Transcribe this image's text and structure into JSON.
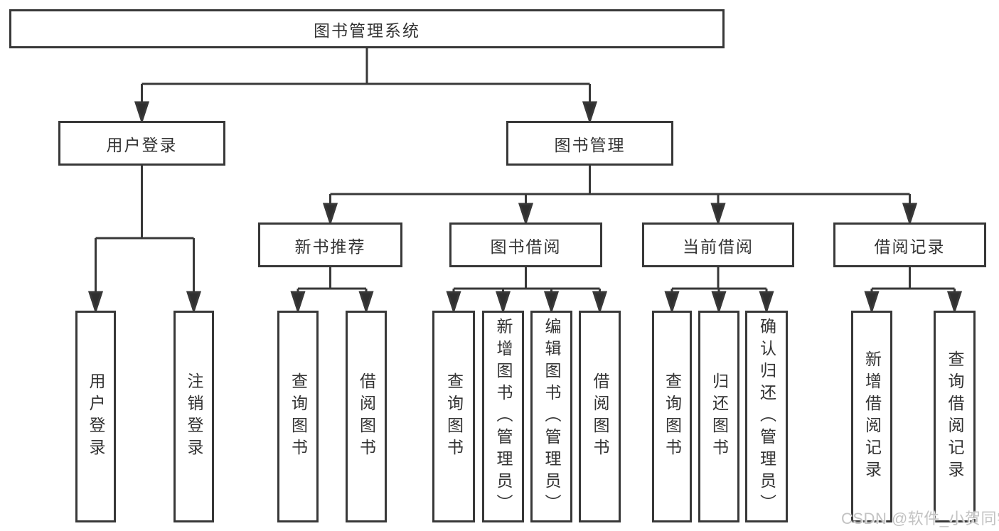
{
  "tree": {
    "label": "图书管理系统",
    "children": [
      {
        "label": "用户登录",
        "children": [
          {
            "label": "用户登录"
          },
          {
            "label": "注销登录"
          }
        ]
      },
      {
        "label": "图书管理",
        "children": [
          {
            "label": "新书推荐",
            "children": [
              {
                "label": "查询图书"
              },
              {
                "label": "借阅图书"
              }
            ]
          },
          {
            "label": "图书借阅",
            "children": [
              {
                "label": "查询图书"
              },
              {
                "label": "新增图书（管理员）"
              },
              {
                "label": "编辑图书（管理员）"
              },
              {
                "label": "借阅图书"
              }
            ]
          },
          {
            "label": "当前借阅",
            "children": [
              {
                "label": "查询图书"
              },
              {
                "label": "归还图书"
              },
              {
                "label": "确认归还（管理员）"
              }
            ]
          },
          {
            "label": "借阅记录",
            "children": [
              {
                "label": "新增借阅记录"
              },
              {
                "label": "查询借阅记录"
              }
            ]
          }
        ]
      }
    ]
  },
  "watermark": "CSDN @软件_小贺同学",
  "colors": {
    "line": "#383838",
    "arrow": "#2f2f2f",
    "text": "#333333",
    "background": "#ffffff",
    "watermark": "#c3c3c3"
  }
}
